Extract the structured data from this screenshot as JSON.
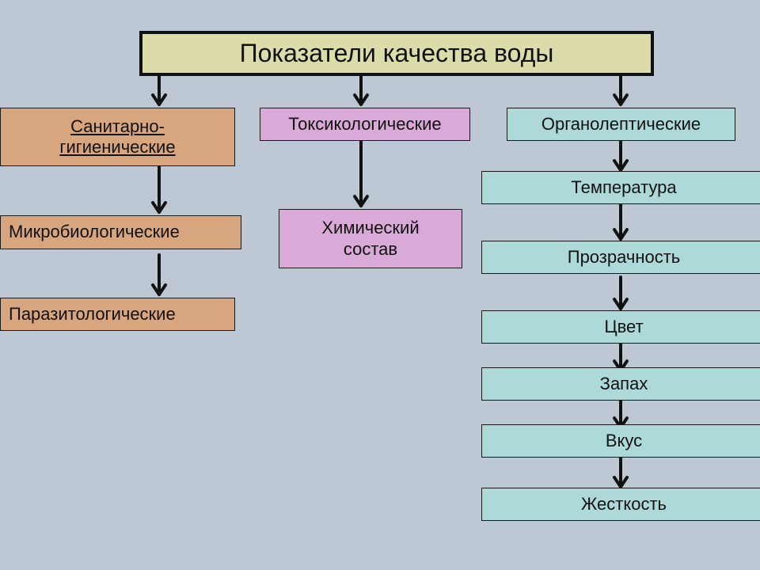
{
  "title": "Показатели качества воды",
  "colors": {
    "background": "#bdc8d4",
    "title_fill": "#dcdcab",
    "sanitary_fill": "#d7a67e",
    "toxic_fill": "#d9aad7",
    "organoleptic_fill": "#add9d8"
  },
  "columns": {
    "sanitary": {
      "header": "Санитарно- гигиенические",
      "header_line1": "Санитарно-",
      "header_line2": "гигиенические",
      "items": [
        "Микробиологические",
        "Паразитологические"
      ]
    },
    "toxic": {
      "header": "Токсикологические",
      "items": [
        "Химический состав"
      ],
      "item_line1": "Химический",
      "item_line2": "состав"
    },
    "organoleptic": {
      "header": "Органолептические",
      "items": [
        "Температура",
        "Прозрачность",
        "Цвет",
        "Запах",
        "Вкус",
        "Жесткость"
      ]
    }
  }
}
